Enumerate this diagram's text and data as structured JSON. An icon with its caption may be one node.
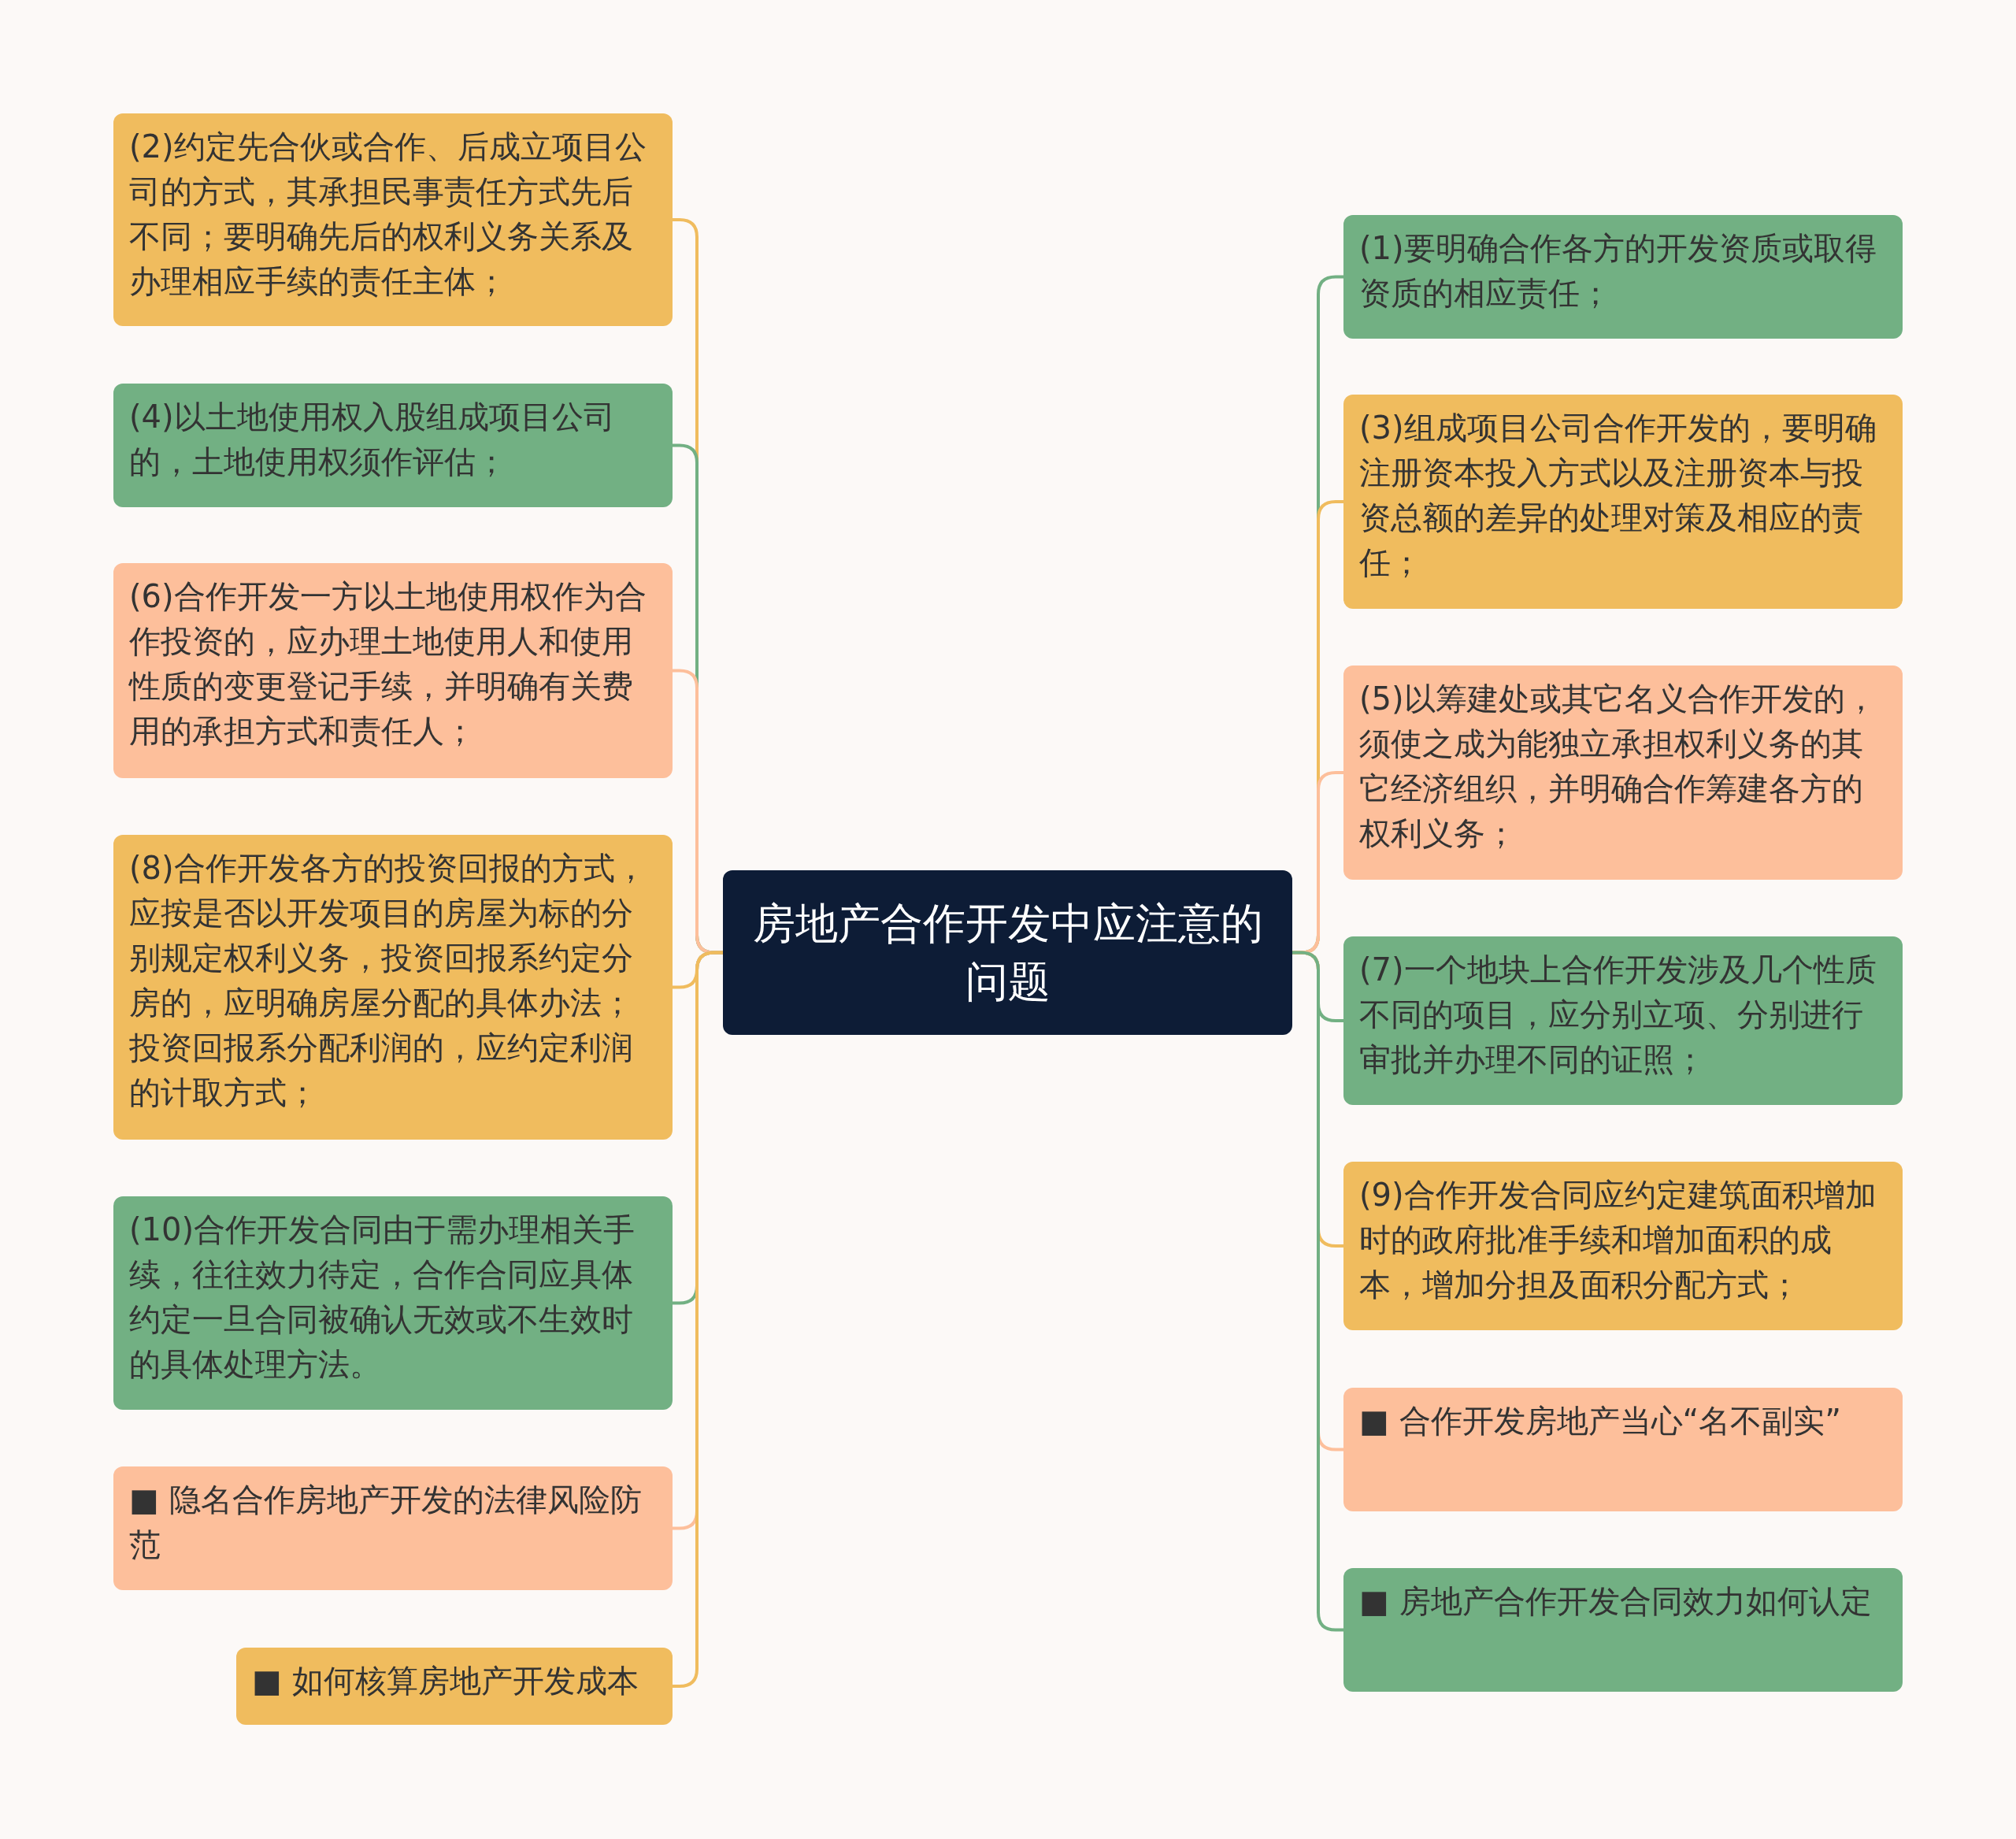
{
  "diagram": {
    "nodes": [
      {
        "text": [
          "房地产合作开发中应注意的问题"
        ]
      },
      {
        "text": [
          "(2)约定先合伙或合作、后成立项目公司的方式，其承担民事责任方式先后不同；要明确先后的权利义务关系及办理相应手续的责任主体；"
        ]
      },
      {
        "text": [
          "(4)以土地使用权入股组成项目公司的，土地使用权须作评估；"
        ]
      },
      {
        "text": [
          "(6)合作开发一方以土地使用权作为合作投资的，应办理土地使用人和使用性质的变更登记手续，并明确有关费用的承担方式和责任人；"
        ]
      },
      {
        "text": [
          "(8)合作开发各方的投资回报的方式，应按是否以开发项目的房屋为标的分别规定权利义务，投资回报系约定分房的，应明确房屋分配的具体办法；投资回报系分配利润的，应约定利润的计取方式；"
        ]
      },
      {
        "text": [
          "(10)合作开发合同由于需办理相关手续，往往效力待定，合作合同应具体约定一旦合同被确认无效或不生效时的具体处理方法。"
        ]
      },
      {
        "text": [
          "■ 隐名合作房地产开发的法律风险防范"
        ]
      },
      {
        "text": [
          "■ 如何核算房地产开发成本"
        ]
      },
      {
        "text": [
          "(1)要明确合作各方的开发资质或取得资质的相应责任；"
        ]
      },
      {
        "text": [
          "(3)组成项目公司合作开发的，要明确注册资本投入方式以及注册资本与投资总额的差异的处理对策及相应的责任；"
        ]
      },
      {
        "text": [
          "(5)以筹建处或其它名义合作开发的，须使之成为能独立承担权利义务的其它经济组织，并明确合作筹建各方的权利义务；"
        ]
      },
      {
        "text": [
          "(7)一个地块上合作开发涉及几个性质不同的项目，应分别立项、分别进行审批并办理不同的证照；"
        ]
      },
      {
        "text": [
          "(9)合作开发合同应约定建筑面积增加时的政府批准手续和增加面积的成本，增加分担及面积分配方式；"
        ]
      },
      {
        "text": [
          "■ 合作开发房地产当心“名不副实”"
        ]
      },
      {
        "text": [
          "■ 房地产合作开发合同效力如何认定"
        ]
      }
    ],
    "edges": [
      {
        "from": 0,
        "to": 1,
        "arrow": "none",
        "color": "#f0bc5e"
      },
      {
        "from": 0,
        "to": 2,
        "arrow": "none",
        "color": "#72b083"
      },
      {
        "from": 0,
        "to": 3,
        "arrow": "none",
        "color": "#fdbf9b"
      },
      {
        "from": 0,
        "to": 4,
        "arrow": "none",
        "color": "#f0bc5e"
      },
      {
        "from": 0,
        "to": 5,
        "arrow": "none",
        "color": "#72b083"
      },
      {
        "from": 0,
        "to": 6,
        "arrow": "none",
        "color": "#fdbf9b"
      },
      {
        "from": 0,
        "to": 7,
        "arrow": "none",
        "color": "#f0bc5e"
      },
      {
        "from": 0,
        "to": 8,
        "arrow": "none",
        "color": "#72b083"
      },
      {
        "from": 0,
        "to": 9,
        "arrow": "none",
        "color": "#f0bc5e"
      },
      {
        "from": 0,
        "to": 10,
        "arrow": "none",
        "color": "#fdbf9b"
      },
      {
        "from": 0,
        "to": 11,
        "arrow": "none",
        "color": "#72b083"
      },
      {
        "from": 0,
        "to": 12,
        "arrow": "none",
        "color": "#f0bc5e"
      },
      {
        "from": 0,
        "to": 13,
        "arrow": "none",
        "color": "#fdbf9b"
      },
      {
        "from": 0,
        "to": 14,
        "arrow": "none",
        "color": "#72b083"
      }
    ]
  }
}
